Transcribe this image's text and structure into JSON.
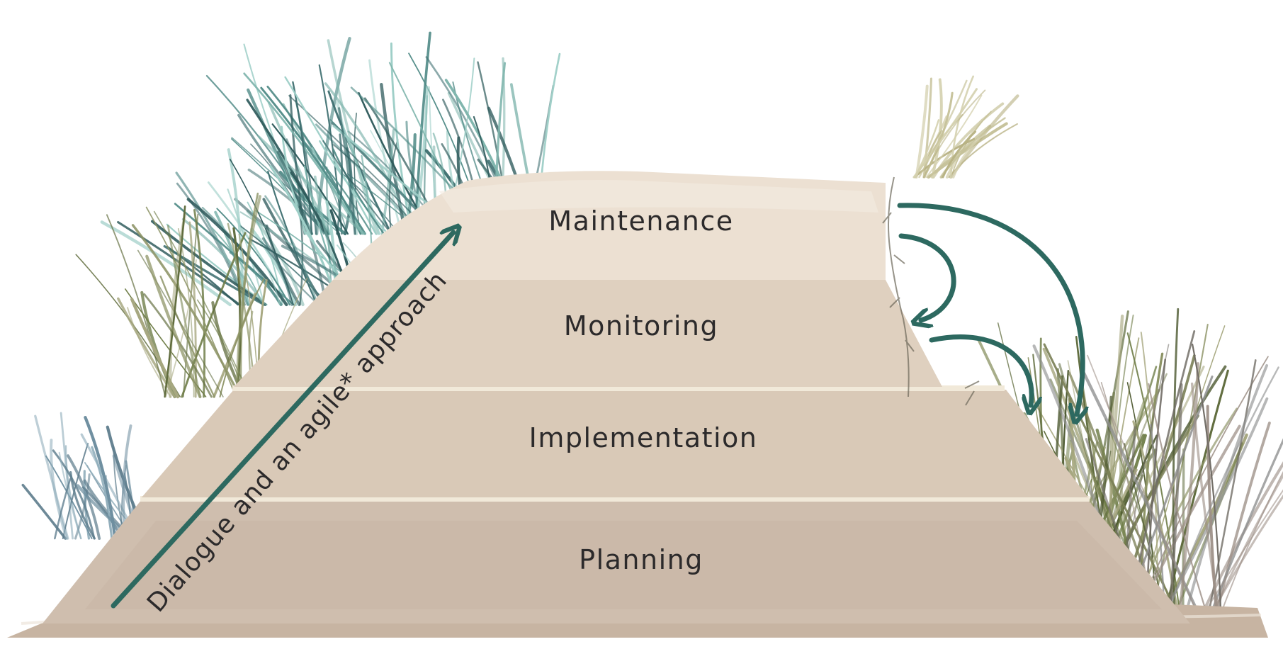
{
  "layers": [
    {
      "id": "maintenance",
      "label": "Maintenance"
    },
    {
      "id": "monitoring",
      "label": "Monitoring"
    },
    {
      "id": "implementation",
      "label": "Implementation"
    },
    {
      "id": "planning",
      "label": "Planning"
    }
  ],
  "diagonal_arrow_text": "Dialogue and an agile* approach",
  "colors": {
    "arrow": "#2d6960",
    "text": "#2c2a2b",
    "sand_top": "#ede2d5",
    "sand_monitoring": "#e0d2c2",
    "sand_implementation": "#dccdbb",
    "sand_planning": "#cdbcab",
    "grass_dark": "#2f5b5c",
    "grass_light": "#9fcfc8",
    "grass_olive": "#6f7d48"
  }
}
